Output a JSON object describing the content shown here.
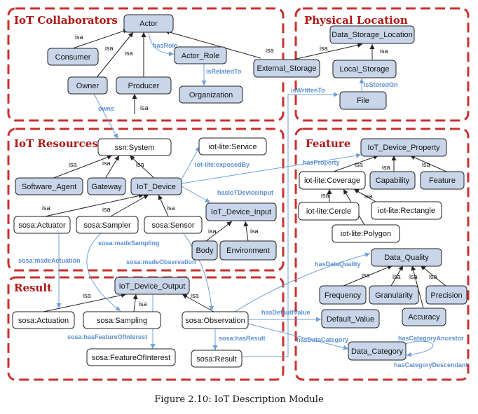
{
  "caption": "Figure 2.10: IoT Description Module",
  "groups": {
    "collaborators": "IoT Collaborators",
    "location": "Physical Location",
    "resources": "IoT Resources",
    "feature": "Feature",
    "result": "Result"
  },
  "nodes": {
    "actor": "Actor",
    "consumer": "Consumer",
    "actor_role": "Actor_Role",
    "owner": "Owner",
    "producer": "Producer",
    "organization": "Organization",
    "external_storage": "External_Storage",
    "data_storage_location": "Data_Storage_Location",
    "local_storage": "Local_Storage",
    "file": "File",
    "ssn_system": "ssn:System",
    "iotlite_service": "iot-lite:Service",
    "software_agent": "Software_Agent",
    "gateway": "Gateway",
    "iot_device": "IoT_Device",
    "sosa_actuator": "sosa:Actuator",
    "sosa_sampler": "sosa:Sampler",
    "sosa_sensor": "sosa:Sensor",
    "iot_device_input": "IoT_Device_Input",
    "body": "Body",
    "environment": "Environment",
    "iot_device_property": "IoT_Device_Property",
    "iotlite_coverage": "iot-lite:Coverage",
    "capability": "Capability",
    "feature_node": "Feature",
    "iotlite_cercle": "iot-lite:Cercle",
    "iotlite_rectangle": "iot-lite:Rectangle",
    "iotlite_polygon": "iot-lite:Polygon",
    "data_quality": "Data_Quality",
    "frequency": "Frequency",
    "granularity": "Granularity",
    "precision": "Precision",
    "accuracy": "Accuracy",
    "iot_device_output": "IoT_Device_Output",
    "sosa_actuation": "sosa:Actuation",
    "sosa_sampling": "sosa:Sampling",
    "sosa_observation": "sosa:Observation",
    "default_value": "Default_Value",
    "data_category": "Data_Category",
    "sosa_featureofinterest": "sosa:FeatureOfInterest",
    "sosa_result": "sosa:Result"
  },
  "labels": {
    "isa": "isa",
    "hasRole": "hasRole",
    "isRelatedTo": "isRelatedTo",
    "owns": "owns",
    "isWrittenTo": "isWrittenTo",
    "isStoredOn": "isStoredOn",
    "exposedBy": "iot-lite:exposedBy",
    "hasIoTDeviceInput": "hasIoTDeviceInput",
    "hasProperty": "hasProperty",
    "madeActuation": "sosa:madeActuation",
    "madeSampling": "sosa:madeSampling",
    "madeObservation": "sosa:madeObservation",
    "hasDataQuality": "hasDataQuality",
    "hasDefaultValue": "hasDefaultValue",
    "hasDataCategory": "hasDataCategory",
    "hasCategoryAncestor": "hasCategoryAncestor",
    "hasCategoryDescendant": "hasCategoryDescendant",
    "hasFeatureOfInterest": "sosa:hasFeatureOfInterest",
    "hasResult": "sosa:hasResult"
  }
}
